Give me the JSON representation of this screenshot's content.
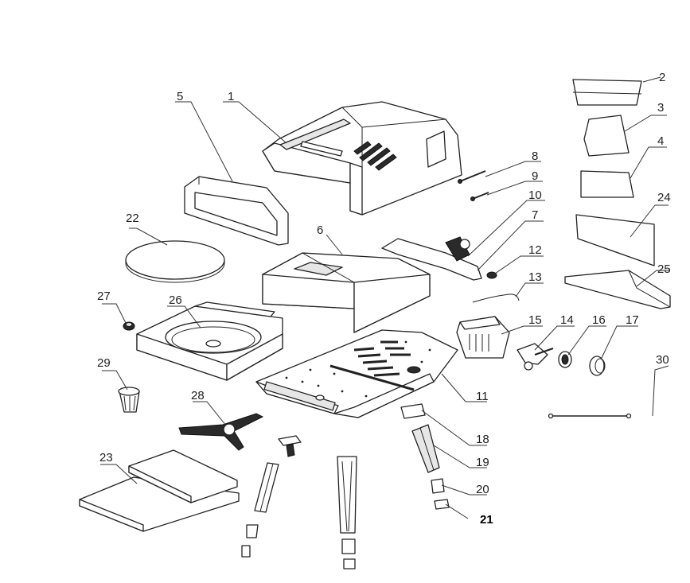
{
  "labels": {
    "p1": "1",
    "p2": "2",
    "p3": "3",
    "p4": "4",
    "p5": "5",
    "p6": "6",
    "p7": "7",
    "p8": "8",
    "p9": "9",
    "p10": "10",
    "p11": "11",
    "p12": "12",
    "p13": "13",
    "p14": "14",
    "p15": "15",
    "p16": "16",
    "p17": "17",
    "p18": "18",
    "p19": "19",
    "p20": "20",
    "p21": "21",
    "p22": "22",
    "p23": "23",
    "p24": "24",
    "p25": "25",
    "p26": "26",
    "p27": "27",
    "p28": "28",
    "p29": "29",
    "p30": "30"
  }
}
